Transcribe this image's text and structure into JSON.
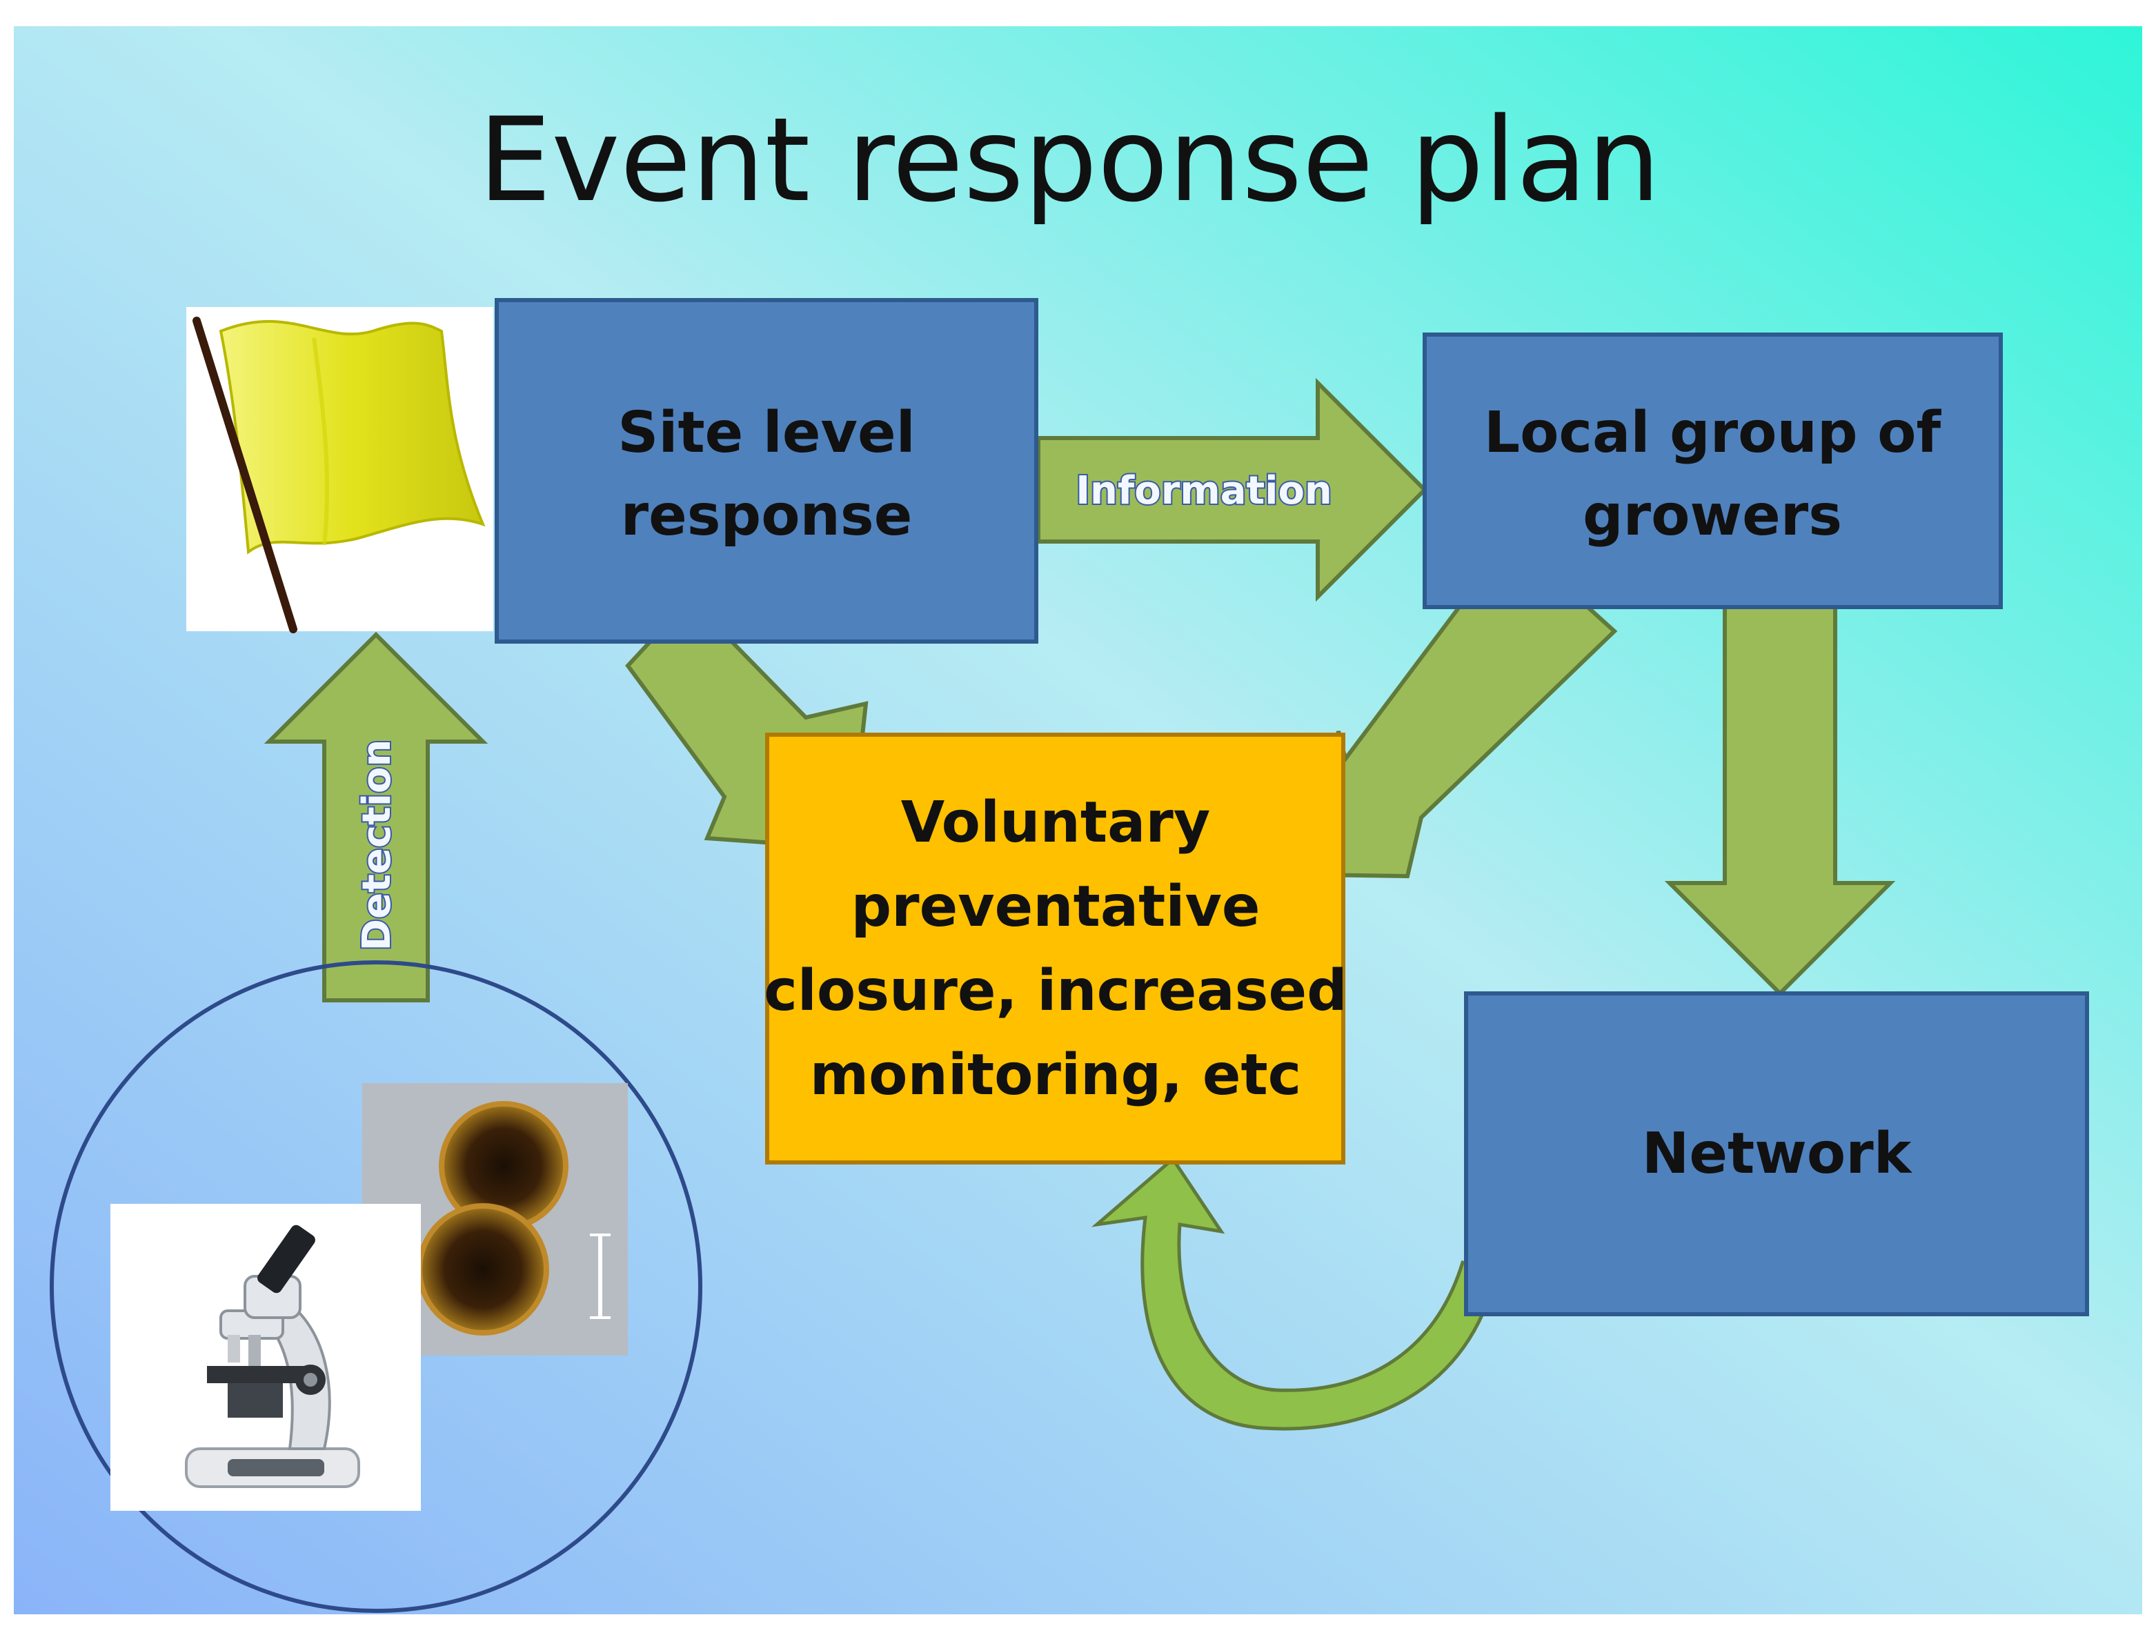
{
  "title": "Event response plan",
  "colors": {
    "box_blue": "#4f81bd",
    "box_orange": "#ffc000",
    "arrow_green": "#9bbb59",
    "flag_yellow": "#e8e82a",
    "bg_top_right": "#2ef5d8",
    "bg_bottom_left": "#8ab4f8"
  },
  "boxes": {
    "site": {
      "lines": [
        "Site level",
        "response"
      ]
    },
    "local": {
      "lines": [
        "Local group of",
        "growers"
      ]
    },
    "closure": {
      "lines": [
        "Voluntary",
        "preventative",
        "closure, increased",
        "monitoring, etc"
      ]
    },
    "network": {
      "lines": [
        "Network"
      ]
    }
  },
  "arrows": {
    "information": "Information",
    "detection": "Detection"
  },
  "icons": {
    "flag": "yellow-flag-icon",
    "microscope": "microscope-icon",
    "cells": "dinoflagellate-micrograph"
  }
}
